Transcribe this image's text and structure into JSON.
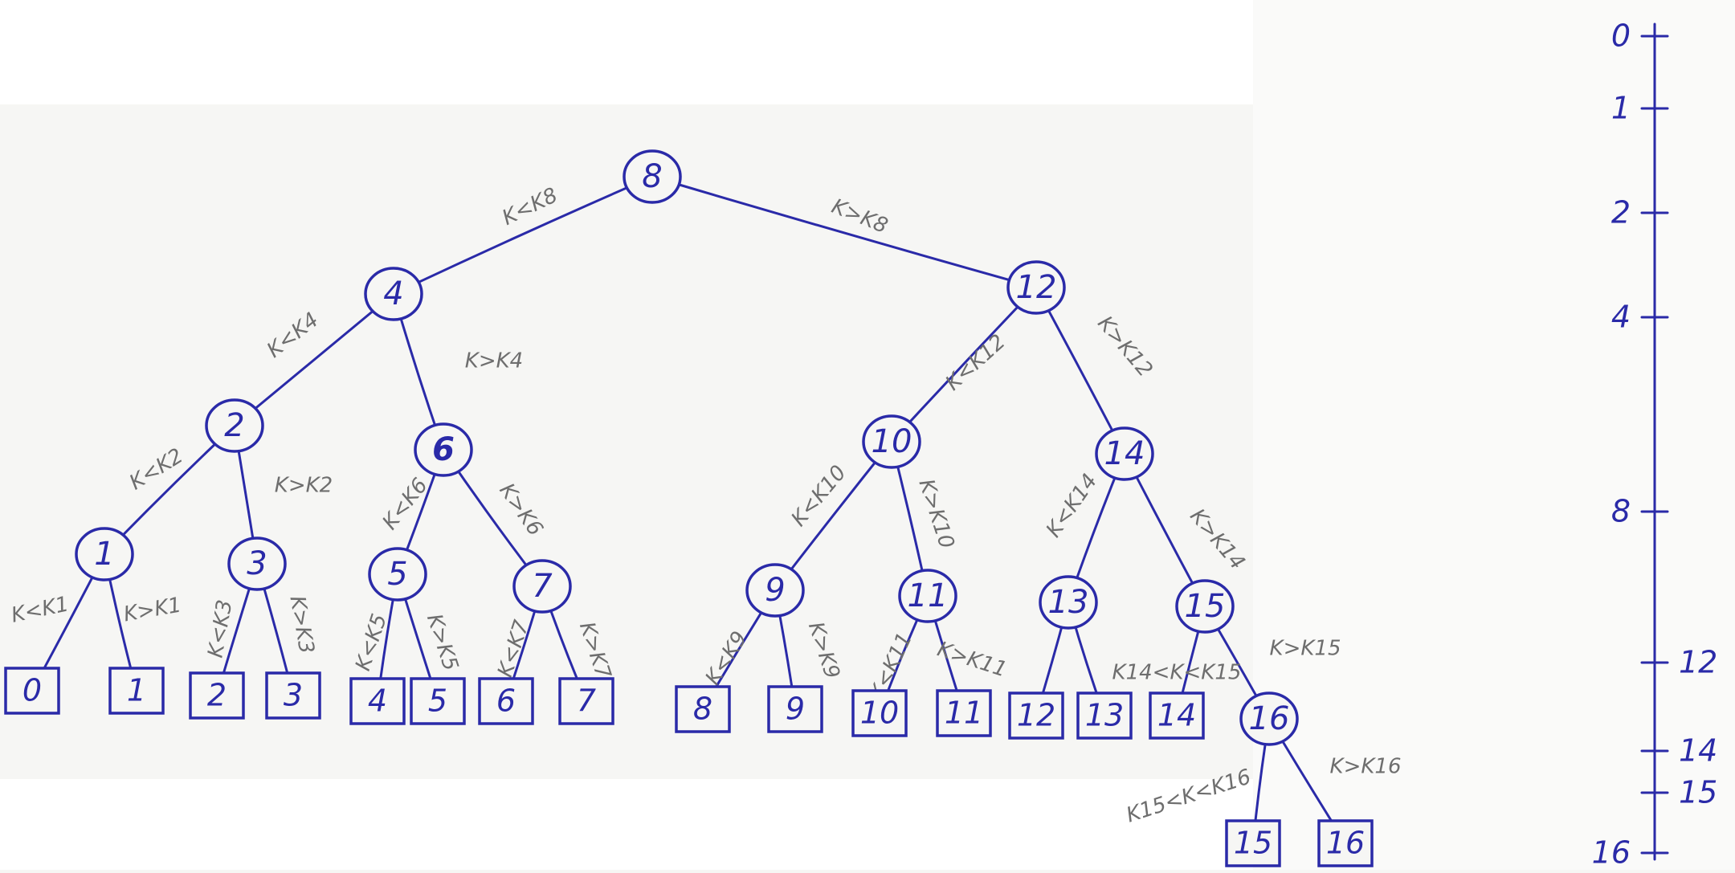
{
  "colors": {
    "ink": "#2a2aa8",
    "pencil": "#6e6e6e",
    "paper": "#f6f6f4",
    "shadow": "#e4e4e1"
  },
  "tree": {
    "nodes": [
      {
        "id": "n8",
        "label": "8"
      },
      {
        "id": "n4",
        "label": "4"
      },
      {
        "id": "n12",
        "label": "12"
      },
      {
        "id": "n2",
        "label": "2"
      },
      {
        "id": "n6",
        "label": "6"
      },
      {
        "id": "n10",
        "label": "10"
      },
      {
        "id": "n14",
        "label": "14"
      },
      {
        "id": "n1",
        "label": "1"
      },
      {
        "id": "n3",
        "label": "3"
      },
      {
        "id": "n5",
        "label": "5"
      },
      {
        "id": "n7",
        "label": "7"
      },
      {
        "id": "n9",
        "label": "9"
      },
      {
        "id": "n11",
        "label": "11"
      },
      {
        "id": "n13",
        "label": "13"
      },
      {
        "id": "n15",
        "label": "15"
      },
      {
        "id": "n16",
        "label": "16"
      }
    ],
    "leaves": [
      {
        "id": "l0",
        "label": "0"
      },
      {
        "id": "l1",
        "label": "1"
      },
      {
        "id": "l2",
        "label": "2"
      },
      {
        "id": "l3",
        "label": "3"
      },
      {
        "id": "l4",
        "label": "4"
      },
      {
        "id": "l5",
        "label": "5"
      },
      {
        "id": "l6",
        "label": "6"
      },
      {
        "id": "l7",
        "label": "7"
      },
      {
        "id": "l8",
        "label": "8"
      },
      {
        "id": "l9",
        "label": "9"
      },
      {
        "id": "l10",
        "label": "10"
      },
      {
        "id": "l11",
        "label": "11"
      },
      {
        "id": "l12",
        "label": "12"
      },
      {
        "id": "l13",
        "label": "13"
      },
      {
        "id": "l14",
        "label": "14"
      },
      {
        "id": "l15",
        "label": "15"
      },
      {
        "id": "l16",
        "label": "16"
      }
    ],
    "edges": [
      {
        "from": "n8",
        "to": "n4",
        "label": "K<K8"
      },
      {
        "from": "n8",
        "to": "n12",
        "label": "K>K8"
      },
      {
        "from": "n4",
        "to": "n2",
        "label": "K<K4"
      },
      {
        "from": "n4",
        "to": "n6",
        "label": "K>K4"
      },
      {
        "from": "n12",
        "to": "n10",
        "label": "K<K12"
      },
      {
        "from": "n12",
        "to": "n14",
        "label": "K>K12"
      },
      {
        "from": "n2",
        "to": "n1",
        "label": "K<K2"
      },
      {
        "from": "n2",
        "to": "n3",
        "label": "K>K2"
      },
      {
        "from": "n6",
        "to": "n5",
        "label": "K<K6"
      },
      {
        "from": "n6",
        "to": "n7",
        "label": "K>K6"
      },
      {
        "from": "n10",
        "to": "n9",
        "label": "K<K10"
      },
      {
        "from": "n10",
        "to": "n11",
        "label": "K>K10"
      },
      {
        "from": "n14",
        "to": "n13",
        "label": "K<K14"
      },
      {
        "from": "n14",
        "to": "n15",
        "label": "K>K14"
      },
      {
        "from": "n1",
        "to": "l0",
        "label": "K<K1"
      },
      {
        "from": "n1",
        "to": "l1",
        "label": "K>K1"
      },
      {
        "from": "n3",
        "to": "l2",
        "label": "K<K3"
      },
      {
        "from": "n3",
        "to": "l3",
        "label": "K>K3"
      },
      {
        "from": "n5",
        "to": "l4",
        "label": "K<K5"
      },
      {
        "from": "n5",
        "to": "l5",
        "label": "K>K5"
      },
      {
        "from": "n7",
        "to": "l6",
        "label": "K<K7"
      },
      {
        "from": "n7",
        "to": "l7",
        "label": "K>K7"
      },
      {
        "from": "n9",
        "to": "l8",
        "label": "K<K9"
      },
      {
        "from": "n9",
        "to": "l9",
        "label": "K>K9"
      },
      {
        "from": "n11",
        "to": "l10",
        "label": "K<K11"
      },
      {
        "from": "n11",
        "to": "l11",
        "label": "K>K11"
      },
      {
        "from": "n13",
        "to": "l12",
        "label": ""
      },
      {
        "from": "n13",
        "to": "l13",
        "label": ""
      },
      {
        "from": "n15",
        "to": "l14",
        "label": "K14<K<K15"
      },
      {
        "from": "n15",
        "to": "n16",
        "label": "K>K15"
      },
      {
        "from": "n16",
        "to": "l15",
        "label": "K15<K<K16"
      },
      {
        "from": "n16",
        "to": "l16",
        "label": "K>K16"
      }
    ]
  },
  "scale": {
    "ticks": [
      "0",
      "1",
      "2",
      "4",
      "8",
      "12",
      "14",
      "15",
      "16"
    ]
  }
}
